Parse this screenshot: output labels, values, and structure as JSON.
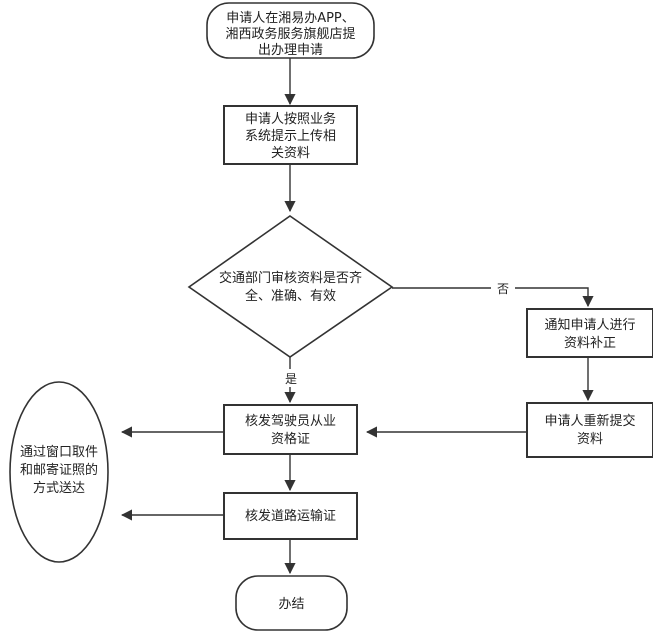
{
  "nodes": {
    "start": {
      "lines": [
        "申请人在湘易办APP、",
        "湘西政务服务旗舰店提",
        "出办理申请"
      ]
    },
    "upload": {
      "lines": [
        "申请人按照业务",
        "系统提示上传相",
        "关资料"
      ]
    },
    "review": {
      "lines": [
        "交通部门审核资料是否齐",
        "全、准确、有效"
      ]
    },
    "notify": {
      "lines": [
        "通知申请人进行",
        "资料补正"
      ]
    },
    "resubmit": {
      "lines": [
        "申请人重新提交",
        "资料"
      ]
    },
    "issue_cert": {
      "lines": [
        "核发驾驶员从业",
        "资格证"
      ]
    },
    "issue_transport": {
      "lines": [
        "核发道路运输证"
      ]
    },
    "delivery": {
      "lines": [
        "通过窗口取件",
        "和邮寄证照的",
        "方式送达"
      ]
    },
    "end": {
      "lines": [
        "办结"
      ]
    }
  },
  "edges": {
    "no_label": "否",
    "yes_label": "是"
  },
  "colors": {
    "stroke": "#333333",
    "fill": "#ffffff",
    "text": "#222222"
  }
}
